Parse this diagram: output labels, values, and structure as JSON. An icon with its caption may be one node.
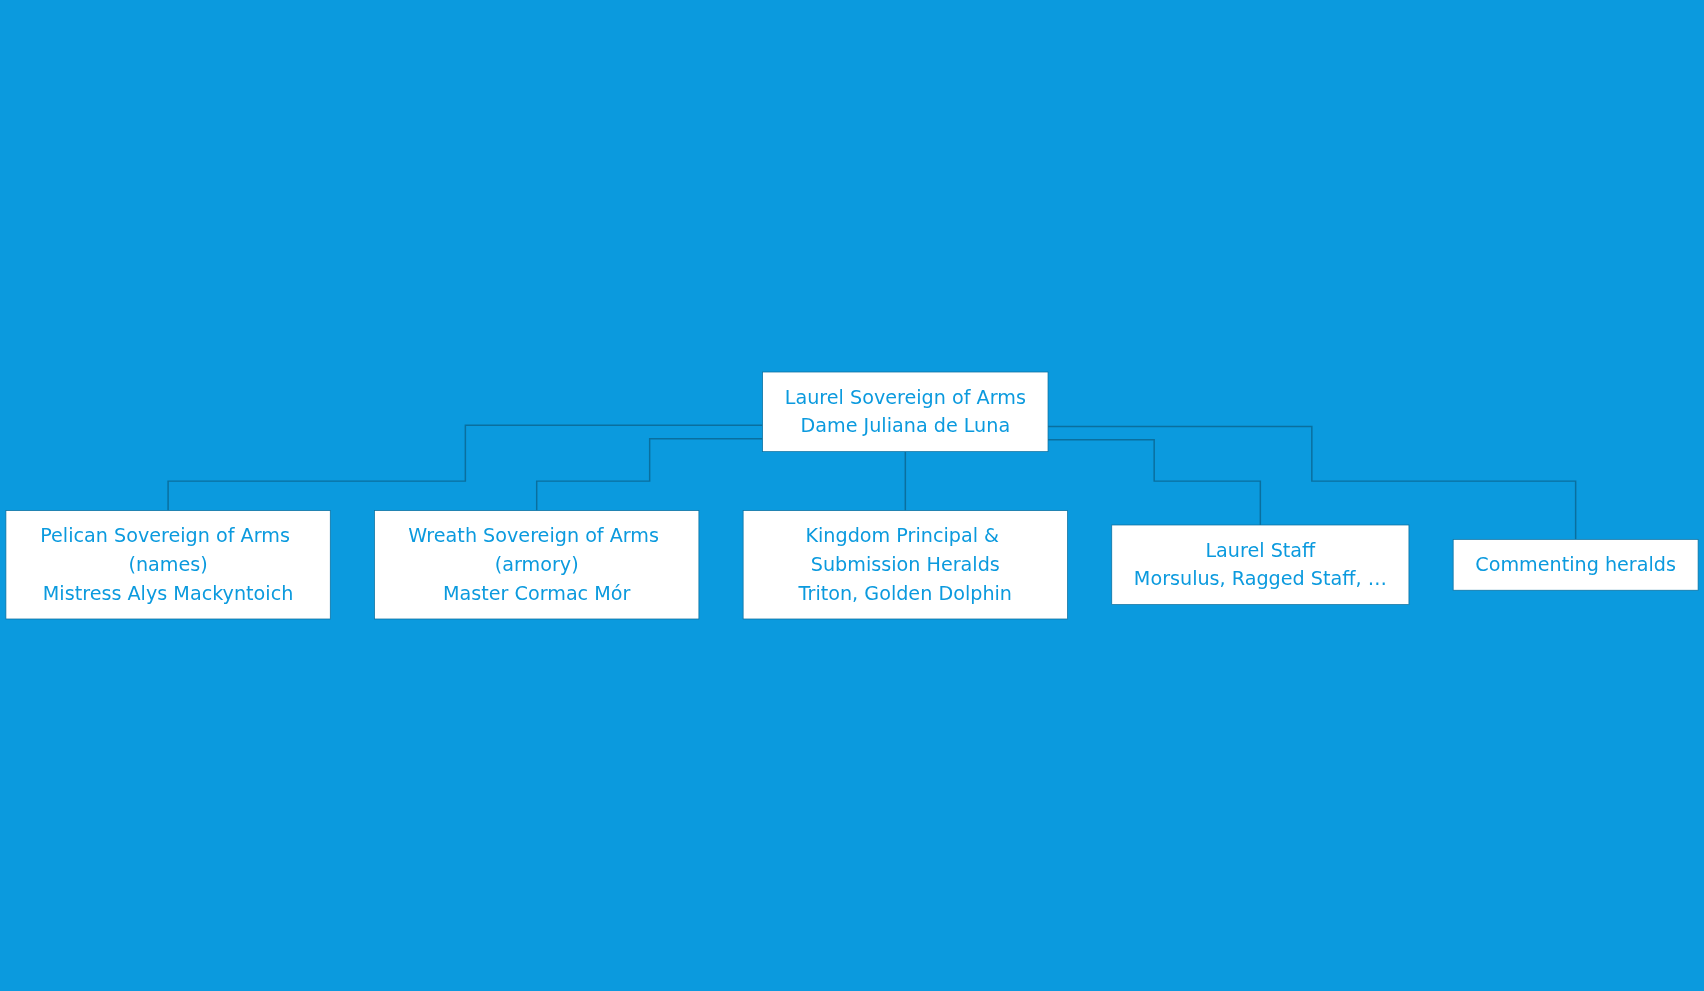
{
  "diagram": {
    "nodes": [
      {
        "text": [
          "Laurel Sovereign of Arms",
          "Dame Juliana de Luna"
        ]
      },
      {
        "text": [
          "Pelican Sovereign of Arms (names)",
          "Mistress Alys Mackyntoich"
        ]
      },
      {
        "text": [
          "Wreath Sovereign of Arms (armory)",
          "Master Cormac Mór"
        ]
      },
      {
        "text": [
          "Kingdom Principal & Submission Heralds",
          "Triton, Golden Dolphin"
        ]
      },
      {
        "text": [
          "Laurel Staff",
          "Morsulus, Ragged Staff, …"
        ]
      },
      {
        "text": [
          "Commenting heralds"
        ]
      }
    ],
    "edges": [
      {
        "from": 0,
        "to": 1,
        "arrow": "none"
      },
      {
        "from": 0,
        "to": 2,
        "arrow": "none"
      },
      {
        "from": 0,
        "to": 3,
        "arrow": "none"
      },
      {
        "from": 0,
        "to": 4,
        "arrow": "none"
      },
      {
        "from": 0,
        "to": 5,
        "arrow": "none"
      }
    ]
  }
}
